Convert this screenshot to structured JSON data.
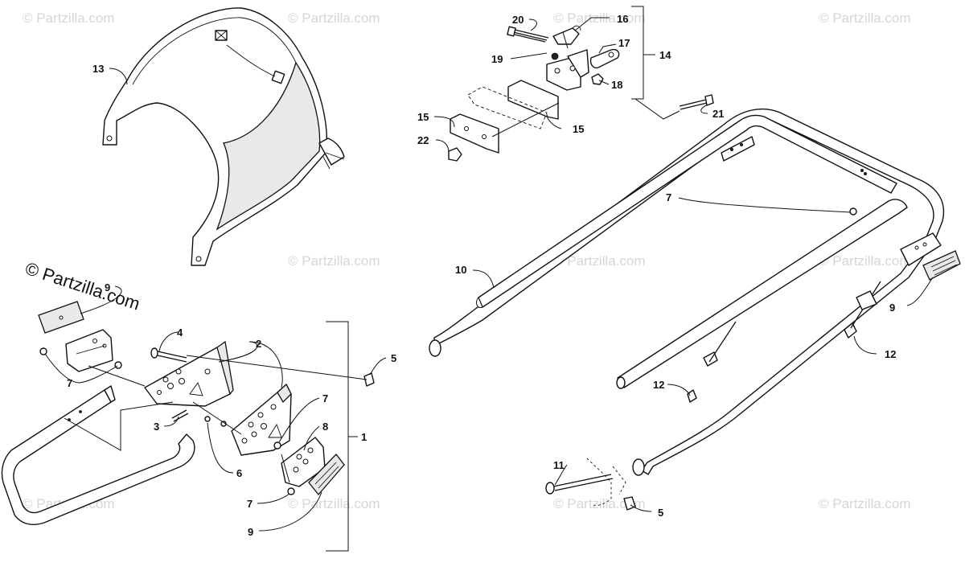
{
  "watermark": {
    "text": "© Partzilla.com",
    "prominent_text": "© Partzilla.com",
    "color": "#d6d6d6"
  },
  "callouts": {
    "c1": "1",
    "c2": "2",
    "c3": "3",
    "c4": "4",
    "c5a": "5",
    "c5b": "5",
    "c6": "6",
    "c7a": "7",
    "c7b": "7",
    "c7c": "7",
    "c7d": "7",
    "c8": "8",
    "c9a": "9",
    "c9b": "9",
    "c9c": "9",
    "c10": "10",
    "c11": "11",
    "c12a": "12",
    "c12b": "12",
    "c13": "13",
    "c14": "14",
    "c15a": "15",
    "c15b": "15",
    "c16": "16",
    "c17": "17",
    "c18": "18",
    "c19": "19",
    "c20": "20",
    "c21": "21",
    "c22": "22"
  }
}
